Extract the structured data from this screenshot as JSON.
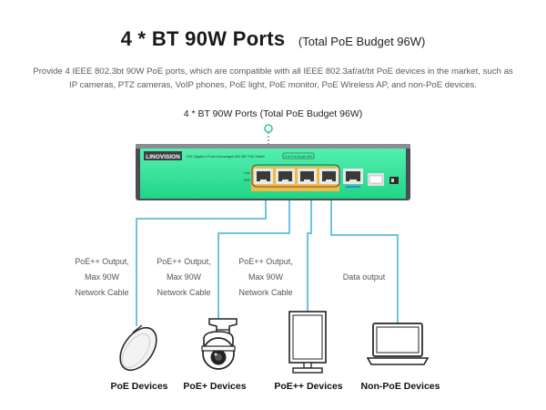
{
  "heading": {
    "main": "4 * BT 90W Ports",
    "sub": "(Total PoE Budget 96W)"
  },
  "description": "Provide 4 IEEE 802.3bt 90W PoE ports, which are compatible with all IEEE 802.3af/at/bt PoE devices in the market, such as IP cameras, PTZ cameras, VoIP phones, PoE light, PoE monitor, PoE Wireless AP, and non-PoE devices.",
  "switch": {
    "port_label": "4 * BT 90W Ports  (Total PoE Budget 96W)",
    "brand": "LINOVISION",
    "model_text": "PoE Gigabit 4 Ports Unmanaged 802.3BT PoE Switch",
    "badge_text": "Total PoE Budget 96W",
    "led_labels": [
      "Link",
      "PoE"
    ],
    "body_color": "#2ee89a",
    "port_band_color": "#f4b84a",
    "cable_color": "#6ec3df"
  },
  "cable_labels": [
    {
      "line1": "PoE++ Output,",
      "line2": "Max 90W",
      "line3": "Network Cable"
    },
    {
      "line1": "PoE++ Output,",
      "line2": "Max 90W",
      "line3": "Network Cable"
    },
    {
      "line1": "PoE++ Output,",
      "line2": "Max 90W",
      "line3": "Network Cable"
    },
    {
      "line1": "Data output"
    }
  ],
  "devices": [
    {
      "label": "PoE Devices",
      "icon": "wireless-ap-icon"
    },
    {
      "label": "PoE+ Devices",
      "icon": "ptz-camera-icon"
    },
    {
      "label": "PoE++ Devices",
      "icon": "monitor-icon"
    },
    {
      "label": "Non-PoE Devices",
      "icon": "laptop-icon"
    }
  ]
}
